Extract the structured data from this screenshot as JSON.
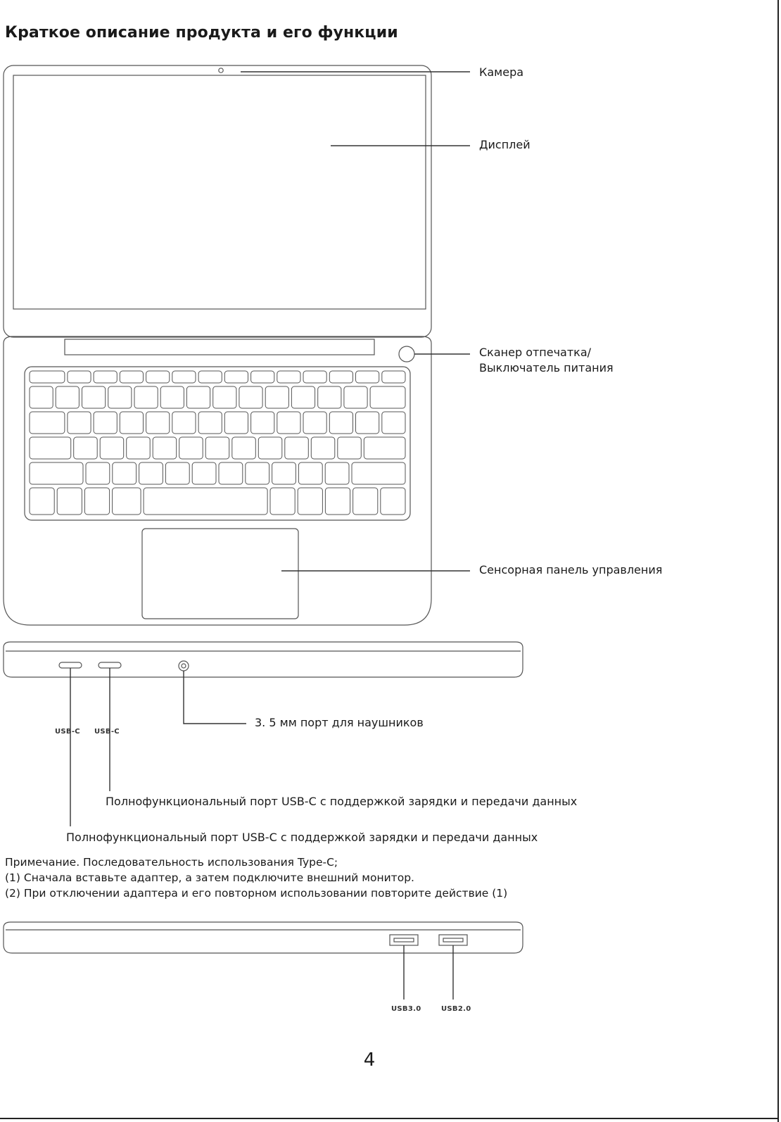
{
  "page": {
    "title": "Краткое описание продукта и его функции",
    "page_number": "4"
  },
  "callouts": {
    "camera": "Камера",
    "display": "Дисплей",
    "fingerprint_line1": "Сканер отпечатка/",
    "fingerprint_line2": "Выключатель питания",
    "touchpad": "Сенсорная панель управления",
    "headphone_port": "3. 5 мм порт для наушников",
    "usbc_port_2": "Полнофункциональный порт USB-C с поддержкой зарядки и передачи данных",
    "usbc_port_1": "Полнофункциональный порт USB-C с поддержкой зарядки и передачи данных"
  },
  "port_labels": {
    "usbc_1": "USB-C",
    "usbc_2": "USB-C",
    "usb3": "USB3.0",
    "usb2": "USB2.0"
  },
  "note": {
    "line1": "Примечание. Последовательность использования Type-C;",
    "line2": "(1) Сначала вставьте адаптер, а затем подключите внешний монитор.",
    "line3": "(2) При отключении адаптера и его повторном использовании повторите действие (1)"
  }
}
